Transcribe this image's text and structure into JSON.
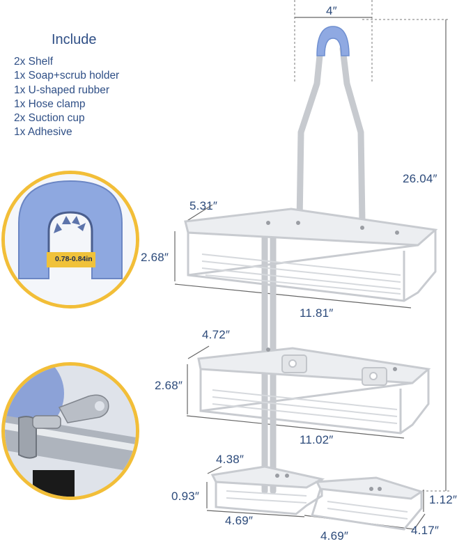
{
  "include": {
    "title": "Include",
    "items": [
      "2x Shelf",
      "1x Soap+scrub holder",
      "1x U-shaped rubber",
      "1x Hose clamp",
      "2x Suction cup",
      "1x Adhesive"
    ]
  },
  "callout": {
    "gap_label": "0.78-0.84in"
  },
  "dimensions": {
    "hook_width": "4″",
    "total_height": "26.04″",
    "shelf1_depth": "5.31″",
    "shelf1_height": "2.68″",
    "shelf1_width": "11.81″",
    "shelf2_depth": "4.72″",
    "shelf2_height": "2.68″",
    "shelf2_width": "11.02″",
    "soap_depth_left": "4.38″",
    "soap_height_left": "0.93″",
    "soap_height_right": "1.12″",
    "soap_width_left": "4.69″",
    "soap_width_right": "4.69″",
    "soap_depth_right": "4.17″"
  },
  "colors": {
    "text": "#2c4a7a",
    "accent_yellow": "#f2be38",
    "rubber_blue": "#8aa6e0",
    "metal": "#c9ccd1",
    "dim_line": "#666666"
  },
  "icons": {
    "rubber_callout": "u-rubber-closeup-icon",
    "clamp_callout": "hose-clamp-closeup-icon"
  }
}
